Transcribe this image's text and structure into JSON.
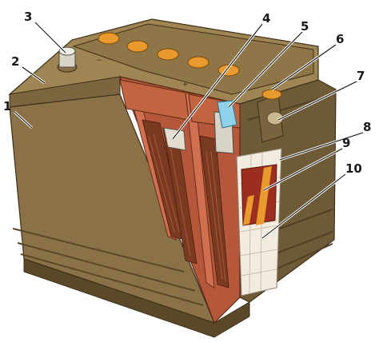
{
  "diagram": {
    "colors": {
      "case_front": "#8a7148",
      "case_side": "#6e5a37",
      "case_top": "#a08554",
      "case_dark": "#5a4829",
      "section_red": "#b5573a",
      "plate_dark": "#7a3a22",
      "separator": "#f2ece0",
      "cap_orange": "#e89a2c",
      "terminal_grey": "#d8d4c8",
      "vent_blue": "#8fd1e8"
    },
    "callouts": [
      {
        "label": "1"
      },
      {
        "label": "2"
      },
      {
        "label": "3"
      },
      {
        "label": "4"
      },
      {
        "label": "5"
      },
      {
        "label": "6"
      },
      {
        "label": "7"
      },
      {
        "label": "8"
      },
      {
        "label": "9"
      },
      {
        "label": "10"
      }
    ]
  }
}
